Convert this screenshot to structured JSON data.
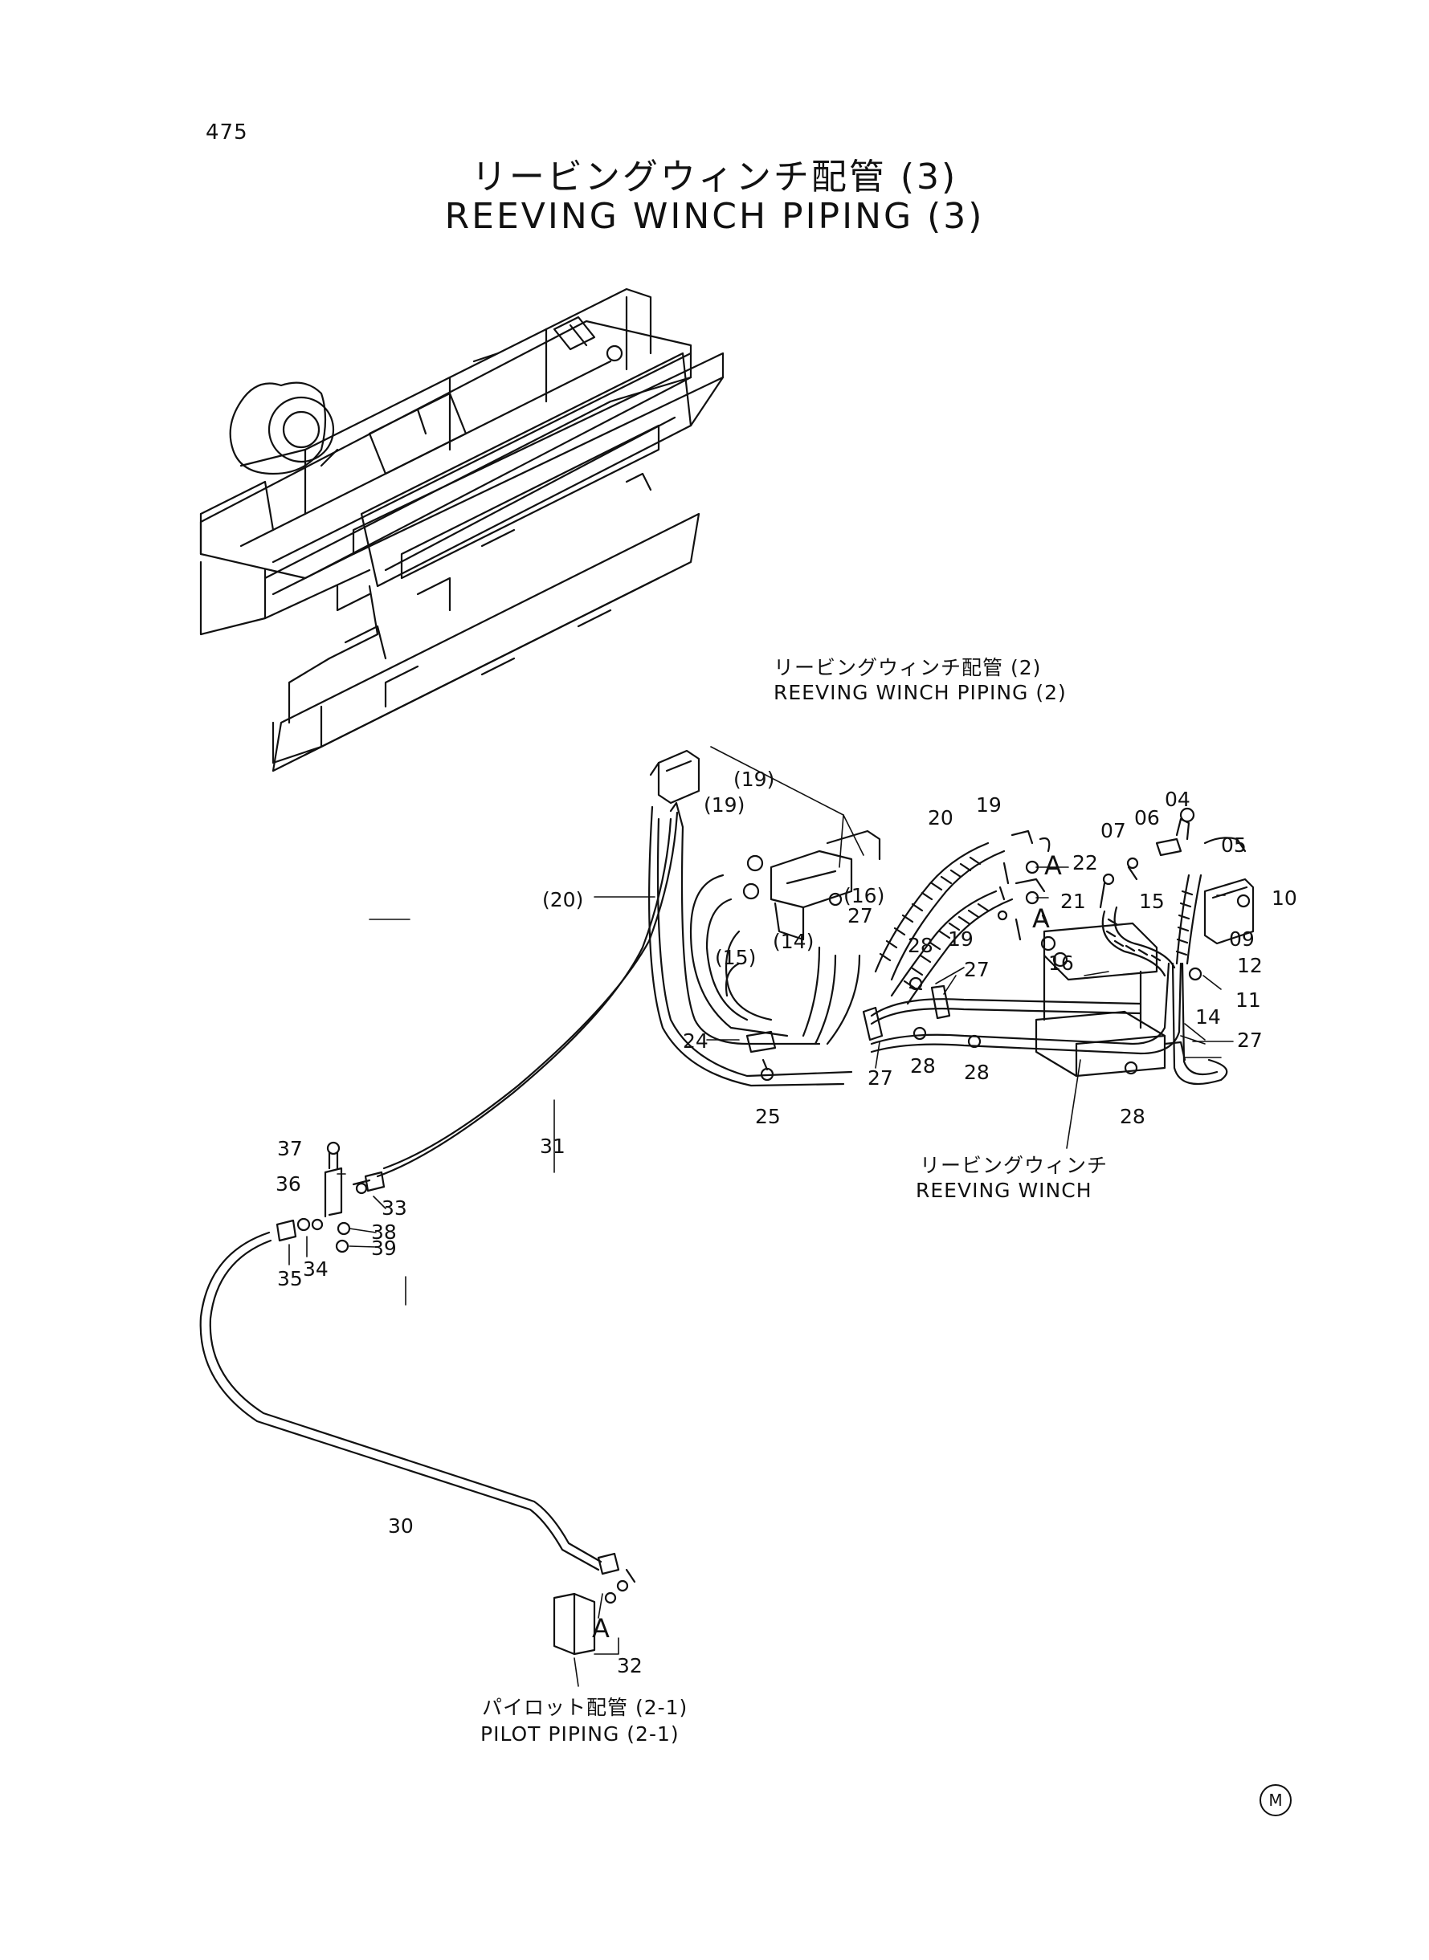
{
  "page": {
    "number": "475"
  },
  "title": {
    "jp": "リービングウィンチ配管 (3)",
    "en": "REEVING WINCH PIPING (3)"
  },
  "references": {
    "piping2_jp": "リービングウィンチ配管 (2)",
    "piping2_en": "REEVING WINCH PIPING (2)",
    "winch_jp": "リービングウィンチ",
    "winch_en": "REEVING WINCH",
    "pilot_jp": "パイロット配管 (2-1)",
    "pilot_en": "PILOT PIPING (2-1)"
  },
  "part_numbers": {
    "p04": "04",
    "p05": "05",
    "p06": "06",
    "p07": "07",
    "p09": "09",
    "p10": "10",
    "p11": "11",
    "p12": "12",
    "p14": "14",
    "p15": "15",
    "p16": "16",
    "p19a": "(19)",
    "p19b": "(19)",
    "p19c": "19",
    "p19d": "19",
    "p20a": "20",
    "p20b": "(20)",
    "p14b": "(14)",
    "p15b": "(15)",
    "p16b": "(16)",
    "p21": "21",
    "p22": "22",
    "p24": "24",
    "p25": "25",
    "p27a": "27",
    "p27b": "27",
    "p27c": "27",
    "p27d": "27",
    "p28a": "28",
    "p28b": "28",
    "p28c": "28",
    "p28d": "28",
    "p30": "30",
    "p31": "31",
    "p32": "32",
    "p33": "33",
    "p34": "34",
    "p35": "35",
    "p36": "36",
    "p37": "37",
    "p38": "38",
    "p39": "39",
    "a1": "A",
    "a2": "A",
    "a3": "A"
  },
  "maker_mark": "M"
}
